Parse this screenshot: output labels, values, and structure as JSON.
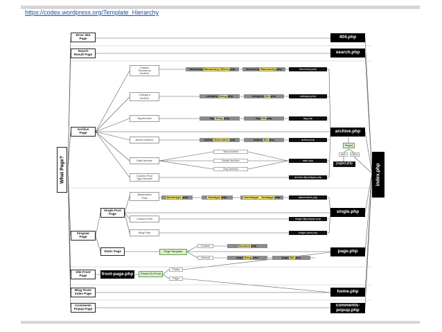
{
  "source_link": "https://codex.wordpress.org/Template_Hierarchy",
  "what_page": "What Page?",
  "index_php": "index.php",
  "page_types": [
    {
      "key": "error404",
      "label": "Error 404\nPage"
    },
    {
      "key": "search",
      "label": "Search\nResult Page"
    },
    {
      "key": "archive",
      "label": "Archive\nPage"
    },
    {
      "key": "singular",
      "label": "Singular\nPage"
    },
    {
      "key": "single_post",
      "label": "Single Post\nPage"
    },
    {
      "key": "static",
      "label": "Static Page"
    },
    {
      "key": "front",
      "label": "Site Front\nPage"
    },
    {
      "key": "blog",
      "label": "Blog Posts\nIndex Page"
    },
    {
      "key": "comments",
      "label": "Comments\nPopup Page"
    }
  ],
  "archive_types": [
    {
      "key": "taxonomy",
      "label": "Custom\nTaxonomy\nArchive",
      "templates": [
        "taxonomy-$taxonomy-$term.php",
        "taxonomy-$taxonomy.php"
      ],
      "final": "taxonomy.php"
    },
    {
      "key": "category",
      "label": "Category\nArchive",
      "templates": [
        "category-$slug.php",
        "category-$id.php"
      ],
      "final": "category.php"
    },
    {
      "key": "tag",
      "label": "Tag Archive",
      "templates": [
        "tag-$slug.php",
        "tag-$id.php"
      ],
      "final": "tag.php"
    },
    {
      "key": "author",
      "label": "Author Archive",
      "templates": [
        "author-$nicename.php",
        "author-$id.php"
      ],
      "final": "author.php"
    },
    {
      "key": "date",
      "label": "Date Archive",
      "templates": [],
      "final": "date.php"
    },
    {
      "key": "post_type",
      "label": "Custom Post\nType Archive",
      "templates": [],
      "final": "archive-$posttype.php"
    }
  ],
  "date_types": [
    "Year Archive",
    "Month Archive",
    "Day Archive"
  ],
  "single_types": [
    {
      "key": "attachment",
      "label": "Attachment\nPost",
      "templates": [
        "$mimetype.php",
        "$subtype.php",
        "$mimetype_$subtype.php"
      ],
      "final": "attachment.php"
    },
    {
      "key": "custom",
      "label": "Custom Post",
      "final": "single-$posttype.php"
    },
    {
      "key": "blogpost",
      "label": "Blog Post",
      "final": "single-post.php"
    }
  ],
  "static_page": {
    "page_template": "Page Template",
    "custom": "Custom",
    "default": "Default",
    "custom_final": "$custom.php",
    "default_templates": [
      "page-$slug.php",
      "page-$id.php"
    ]
  },
  "front_page": {
    "file": "front-page.php",
    "shown_on_front": "Shown On Front",
    "posts": "Posts",
    "page": "Page"
  },
  "paged": {
    "label": "Paged",
    "item1": "Item",
    "item2": "Other",
    "file": "paged.php"
  },
  "outputs": {
    "p404": "404.php",
    "search": "search.php",
    "archive": "archive.php",
    "single": "single.php",
    "page": "page.php",
    "home": "home.php",
    "comments": "comments-\npopup.php"
  }
}
